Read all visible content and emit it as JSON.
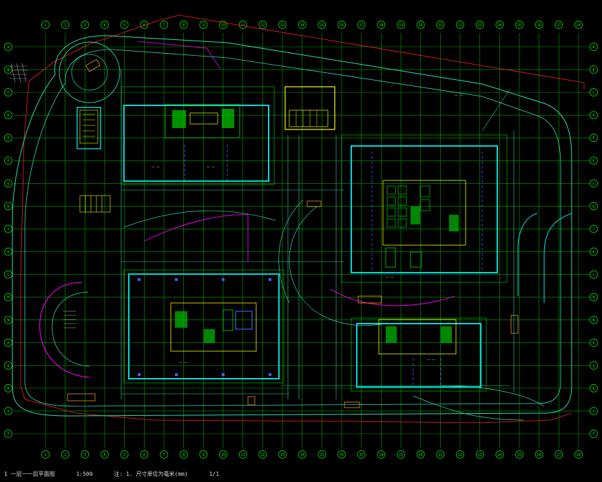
{
  "drawing": {
    "caption_left": "1 一层一一层平面图",
    "caption_mid": "1:500",
    "caption_right": "注: 1. 尺寸单位为毫米(mm)",
    "caption_far": "1/1"
  },
  "colors": {
    "background": "#000000",
    "grid": "#00e000",
    "grid_bubble": "#00ff00",
    "boundary": "#ff2020",
    "wall": "#00dcdc",
    "road": "#2fe0b0",
    "magenta": "#ff00ff",
    "yellow": "#ffff00",
    "white": "#ffffff",
    "orange": "#ff9020",
    "blue": "#4060ff"
  },
  "grid_axes": {
    "top": [
      "1",
      "2",
      "3",
      "4",
      "5",
      "6",
      "7",
      "8",
      "9",
      "10",
      "11",
      "12",
      "13",
      "14",
      "15",
      "16",
      "17",
      "18",
      "19",
      "20",
      "21",
      "22",
      "23",
      "24",
      "25",
      "26",
      "27",
      "28"
    ],
    "left": [
      "A",
      "B",
      "C",
      "D",
      "E",
      "F",
      "G",
      "H",
      "J",
      "K",
      "L",
      "M",
      "N",
      "P",
      "Q",
      "R",
      "S",
      "T"
    ]
  }
}
